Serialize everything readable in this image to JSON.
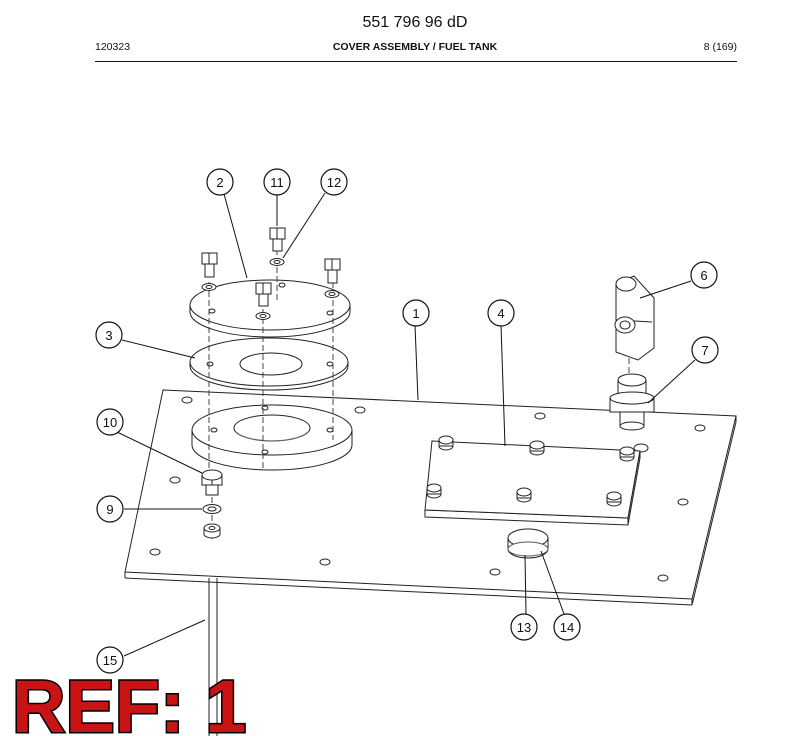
{
  "header": {
    "doc_number": "551 796 96 dD",
    "date_code": "120323",
    "title": "COVER ASSEMBLY / FUEL TANK",
    "page": "8 (169)"
  },
  "callouts": [
    "1",
    "2",
    "3",
    "4",
    "6",
    "7",
    "9",
    "10",
    "11",
    "12",
    "13",
    "14",
    "15"
  ],
  "ref_label": "REF: 1",
  "colors": {
    "ref_fill": "#c81414",
    "ref_stroke": "#000000",
    "line": "#222222"
  }
}
